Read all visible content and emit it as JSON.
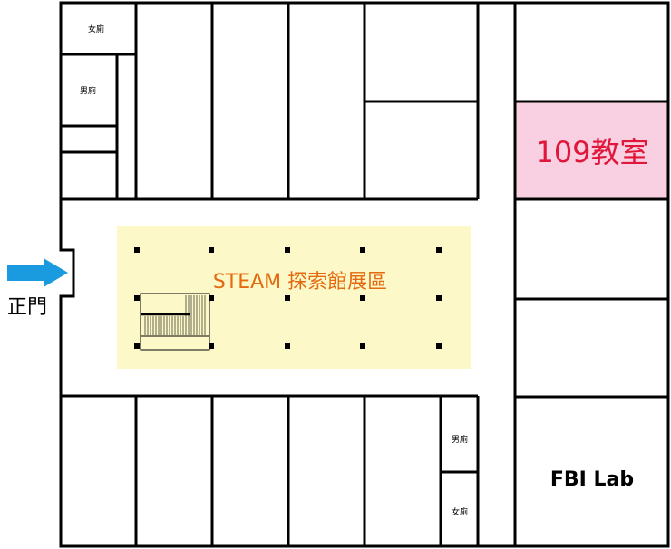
{
  "rooms": {
    "womens_restroom_top": "女廁",
    "mens_restroom_top": "男廁",
    "classroom_109": "109教室",
    "steam_gallery": "STEAM 探索館展區",
    "fbi_lab": "FBI Lab",
    "mens_restroom_bottom": "男廁",
    "womens_restroom_bottom": "女廁"
  },
  "entrance": {
    "label": "正門",
    "arrow_icon": "arrow-right-icon"
  },
  "colors": {
    "classroom_109_fill": "#f8d0e2",
    "classroom_109_text": "#e0163a",
    "steam_fill": "#fcf8c8",
    "steam_text": "#e46a10",
    "entrance_arrow": "#1a9be0"
  }
}
